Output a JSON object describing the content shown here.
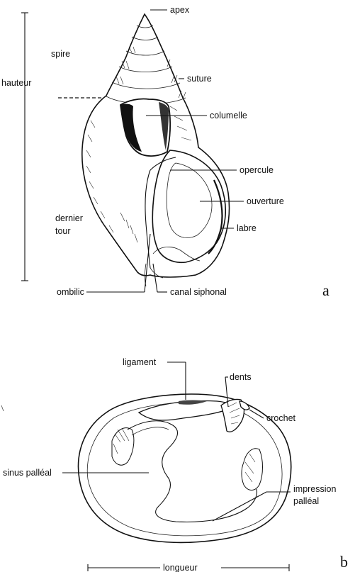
{
  "panel_a": {
    "letter": "a",
    "labels": {
      "apex": "apex",
      "spire": "spire",
      "hauteur": "hauteur",
      "suture": "suture",
      "columelle": "columelle",
      "opercule": "opercule",
      "ouverture": "ouverture",
      "dernier_line1": "dernier",
      "dernier_line2": "tour",
      "labre": "labre",
      "ombilic": "ombilic",
      "canal_siphonal": "canal siphonal"
    }
  },
  "panel_b": {
    "letter": "b",
    "labels": {
      "ligament": "ligament",
      "dents": "dents",
      "crochet": "crochet",
      "sinus_palleal": "sinus palléal",
      "impression_line1": "impression",
      "impression_line2": "palléal",
      "longueur": "longueur"
    }
  }
}
